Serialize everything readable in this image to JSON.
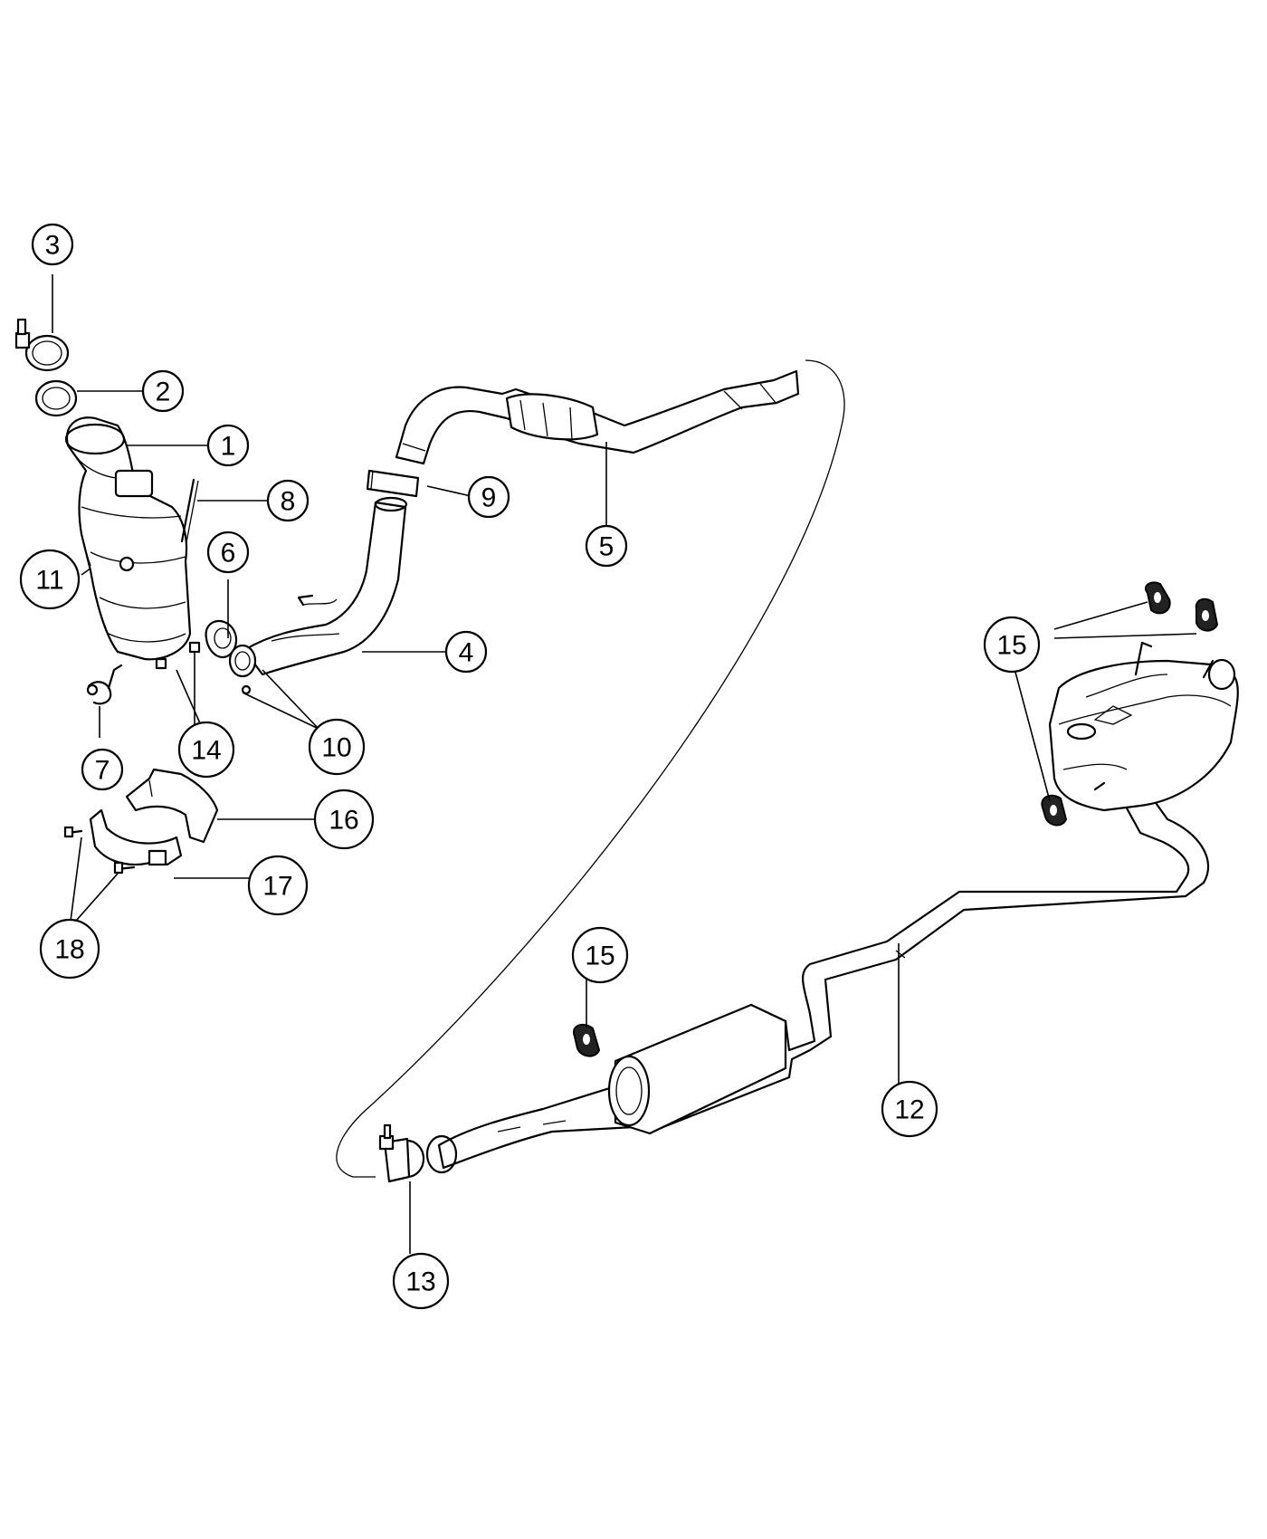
{
  "callouts": [
    {
      "id": "c1",
      "label": "1"
    },
    {
      "id": "c2",
      "label": "2"
    },
    {
      "id": "c3",
      "label": "3"
    },
    {
      "id": "c4",
      "label": "4"
    },
    {
      "id": "c5",
      "label": "5"
    },
    {
      "id": "c6",
      "label": "6"
    },
    {
      "id": "c7",
      "label": "7"
    },
    {
      "id": "c8",
      "label": "8"
    },
    {
      "id": "c9",
      "label": "9"
    },
    {
      "id": "c10",
      "label": "10"
    },
    {
      "id": "c11",
      "label": "11"
    },
    {
      "id": "c12",
      "label": "12"
    },
    {
      "id": "c13",
      "label": "13"
    },
    {
      "id": "c14",
      "label": "14"
    },
    {
      "id": "c15a",
      "label": "15"
    },
    {
      "id": "c15b",
      "label": "15"
    },
    {
      "id": "c16",
      "label": "16"
    },
    {
      "id": "c17",
      "label": "17"
    },
    {
      "id": "c18",
      "label": "18"
    }
  ]
}
